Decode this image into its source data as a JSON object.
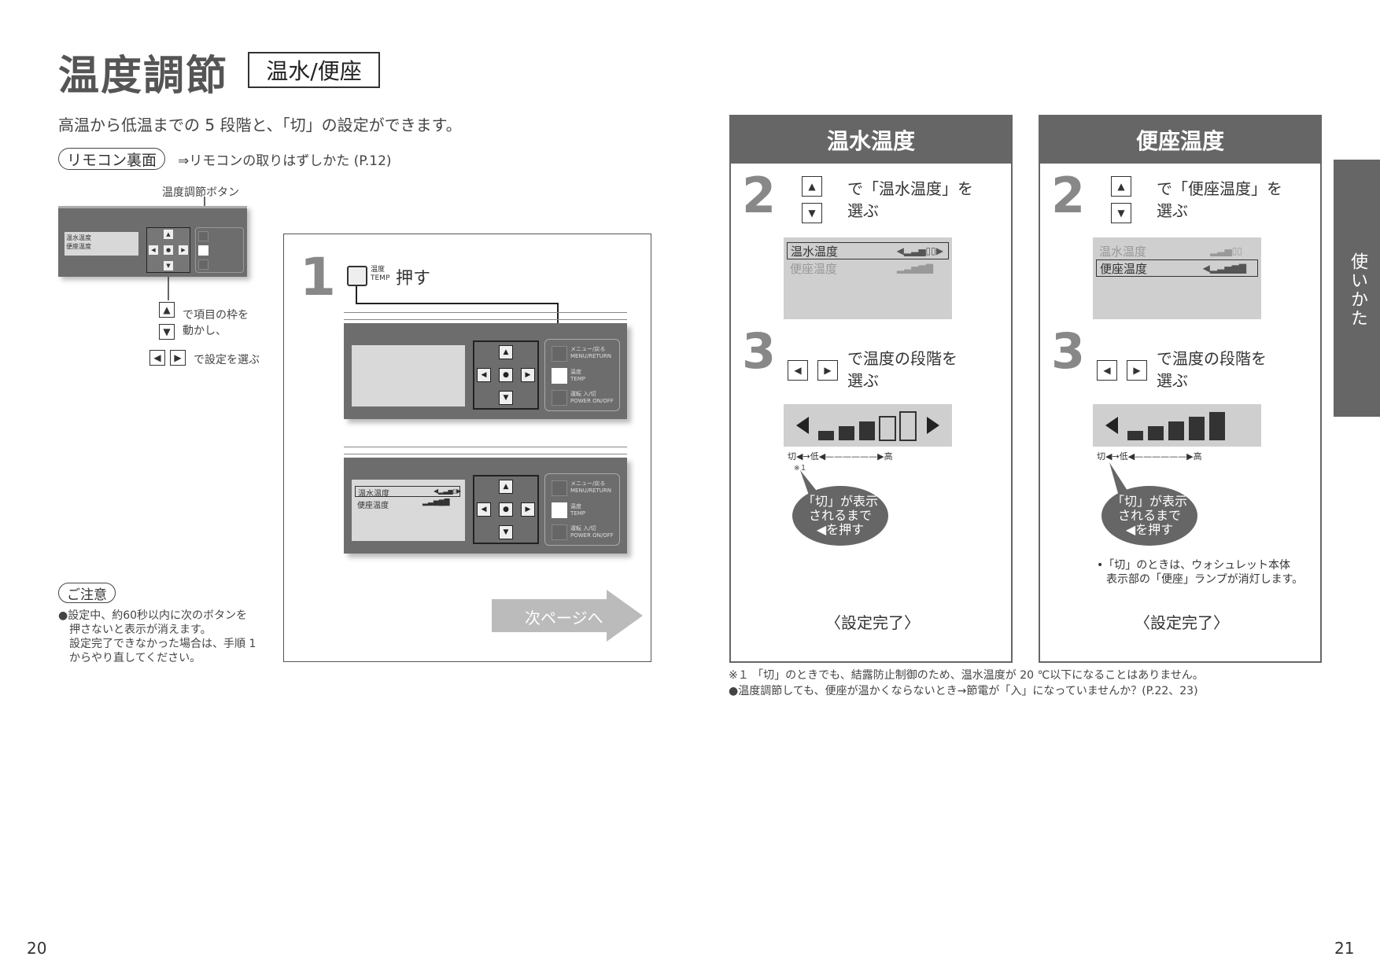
{
  "header": {
    "title": "温度調節",
    "tag": "温水/便座"
  },
  "intro": "高温から低温までの 5 段階と、「切」の設定ができます。",
  "remote_ref": {
    "pill": "リモコン裏面",
    "text": "⇒リモコンの取りはずしかた (P.12)"
  },
  "left_diagram": {
    "button_label": "温度調節ボタン",
    "move_text_1": "で項目の枠を",
    "move_text_2": "動かし、",
    "select_text": "で設定を選ぶ",
    "mini_row1": "温水温度",
    "mini_row2": "便座温度"
  },
  "caution": {
    "pill": "ご注意",
    "line1": "●設定中、約60秒以内に次のボタンを",
    "line2": "押さないと表示が消えます。",
    "line3": "設定完了できなかった場合は、手順 1",
    "line4": "からやり直してください。"
  },
  "step1": {
    "num": "1",
    "btn_top": "温度",
    "btn_bottom": "TEMP",
    "action": "押す",
    "menu_label": "メニュー/戻る",
    "menu_en": "MENU/RETURN",
    "temp_label": "温度",
    "temp_en": "TEMP",
    "power_label": "運転 入/切",
    "power_en": "POWER ON/OFF",
    "lcd_row1": "温水温度",
    "lcd_row2": "便座温度",
    "next_page": "次ページへ"
  },
  "panels": [
    {
      "head": "温水温度",
      "step2_num": "2",
      "step2_line1": "で「温水温度」を",
      "step2_line2": "選ぶ",
      "lcd_row1": "温水温度",
      "lcd_row2": "便座温度",
      "step3_num": "3",
      "step3_line1": "で温度の段階を",
      "step3_line2": "選ぶ",
      "scale_off": "切",
      "scale_low": "低",
      "scale_high": "高",
      "note_mark": "※１",
      "bubble_1": "「切」が表示",
      "bubble_2": "されるまで",
      "bubble_3": "◀を押す",
      "done": "〈設定完了〉"
    },
    {
      "head": "便座温度",
      "step2_num": "2",
      "step2_line1": "で「便座温度」を",
      "step2_line2": "選ぶ",
      "lcd_row1": "温水温度",
      "lcd_row2": "便座温度",
      "step3_num": "3",
      "step3_line1": "で温度の段階を",
      "step3_line2": "選ぶ",
      "scale_off": "切",
      "scale_low": "低",
      "scale_high": "高",
      "bubble_1": "「切」が表示",
      "bubble_2": "されるまで",
      "bubble_3": "◀を押す",
      "note_1": "•「切」のときは、ウォシュレット本体",
      "note_2": "表示部の「便座」ランプが消灯します。",
      "done": "〈設定完了〉"
    }
  ],
  "footnotes": {
    "fn1": "※１ 「切」のときでも、結露防止制御のため、温水温度が 20 ℃以下になることはありません。",
    "fn2": "●温度調節しても、便座が温かくならないとき→節電が「入」になっていませんか？(P.22、23)"
  },
  "side_tab": "使いかた",
  "page_left": "20",
  "page_right": "21",
  "colors": {
    "panel_gray": "#666666",
    "lcd_gray": "#cfcfcf",
    "remote_gray": "#6d6d6d"
  }
}
